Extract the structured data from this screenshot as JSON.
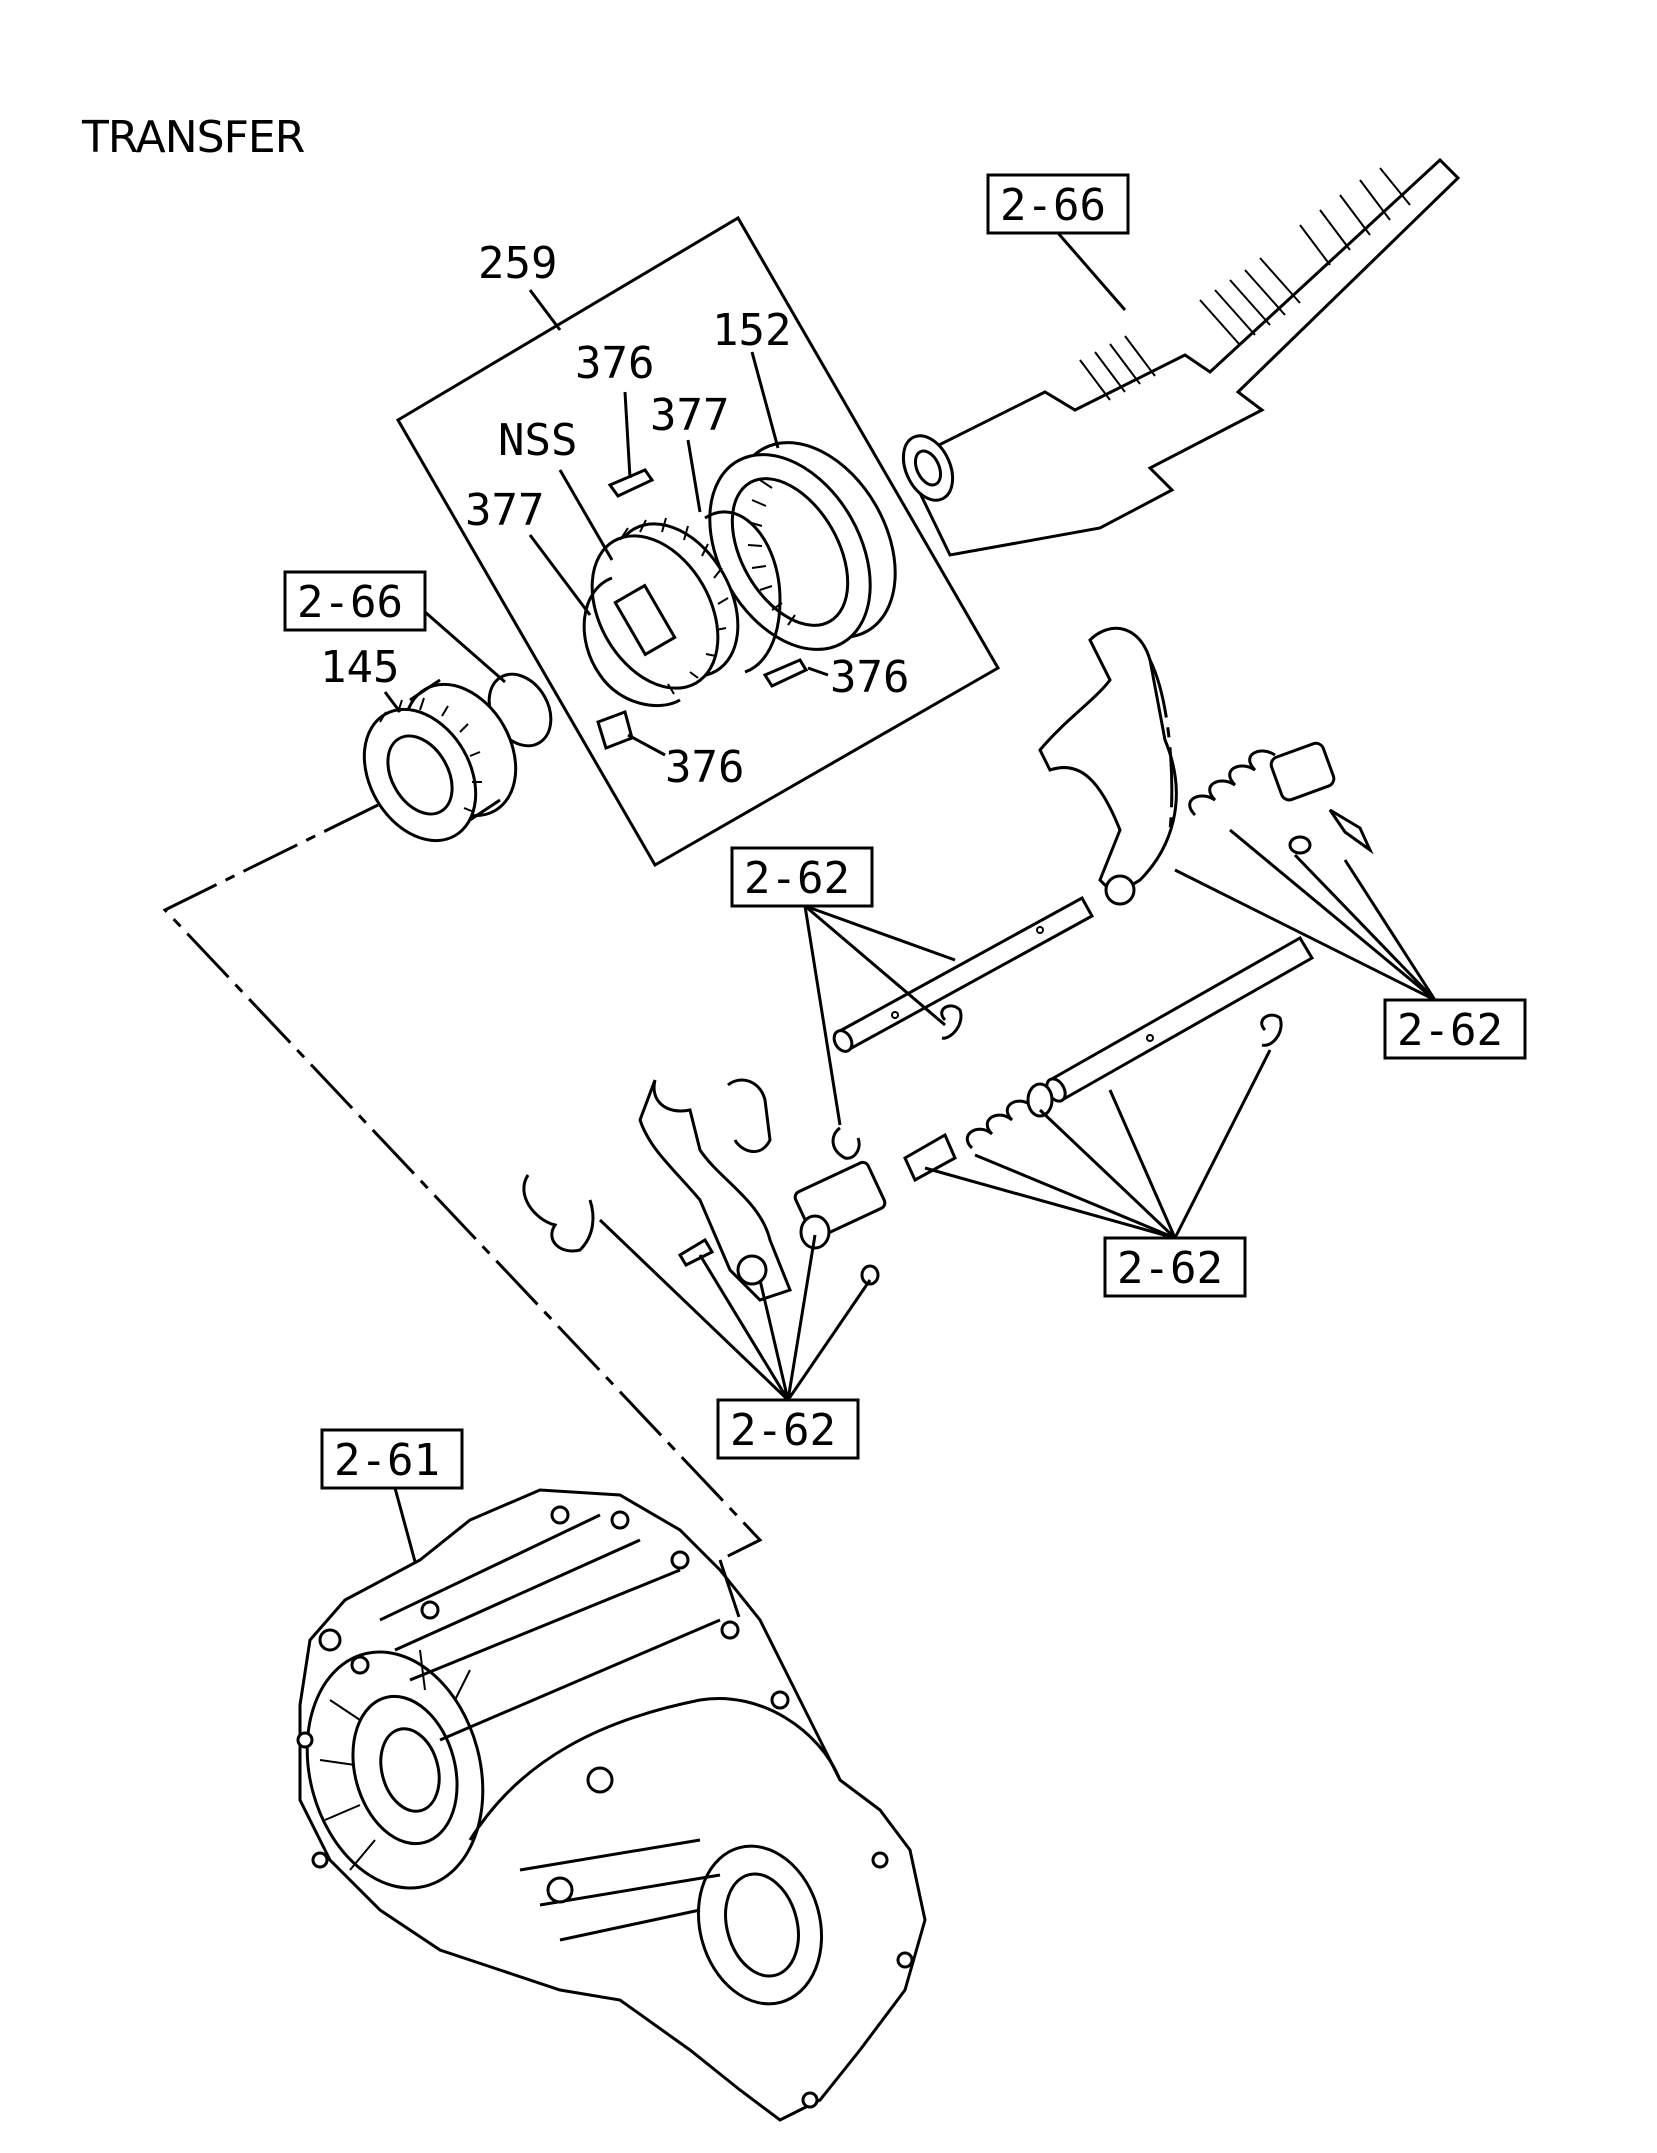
{
  "header": {
    "title": "TRANSFER"
  },
  "callouts": {
    "ref_2_66_top": "2-66",
    "ref_2_66_left": "2-66",
    "ref_2_62_upper": "2-62",
    "ref_2_62_right": "2-62",
    "ref_2_62_mid": "2-62",
    "ref_2_62_lower": "2-62",
    "ref_2_61": "2-61"
  },
  "parts": {
    "p259": "259",
    "p152": "152",
    "p376_top": "376",
    "p377_upper": "377",
    "nss": "NSS",
    "p377_left": "377",
    "p376_right": "376",
    "p376_bottom": "376",
    "p145": "145"
  }
}
